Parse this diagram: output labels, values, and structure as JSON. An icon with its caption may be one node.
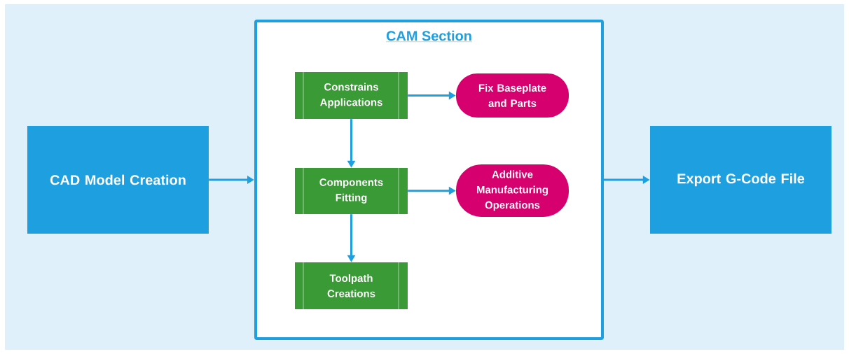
{
  "diagram": {
    "nodes": [
      {
        "text": [
          "CAD Model Creation"
        ]
      },
      {
        "text": [
          "CAM Section"
        ]
      },
      {
        "text": [
          "Constrains Applications"
        ],
        "in": 1
      },
      {
        "text": [
          "Fix Baseplate and Parts"
        ],
        "in": 1
      },
      {
        "text": [
          "Components Fitting"
        ],
        "in": 1
      },
      {
        "text": [
          "Additive Manufacturing Operations"
        ],
        "in": 1
      },
      {
        "text": [
          "Toolpath Creations"
        ],
        "in": 1
      },
      {
        "text": [
          "Export G-Code File"
        ]
      }
    ],
    "edges": [
      {
        "from": 0,
        "to": 1,
        "arrow": "to"
      },
      {
        "from": 2,
        "to": 3,
        "arrow": "to"
      },
      {
        "from": 2,
        "to": 4,
        "arrow": "to"
      },
      {
        "from": 4,
        "to": 5,
        "arrow": "to"
      },
      {
        "from": 4,
        "to": 6,
        "arrow": "to"
      },
      {
        "from": 1,
        "to": 7,
        "arrow": "to"
      }
    ]
  }
}
